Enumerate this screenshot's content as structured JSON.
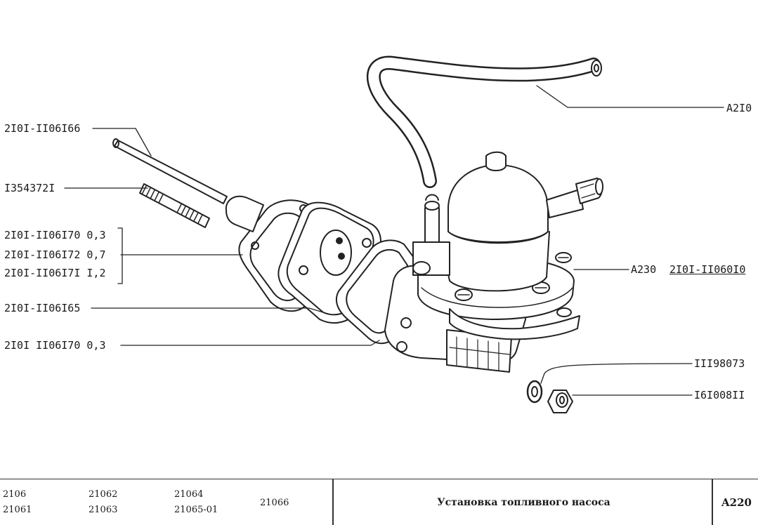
{
  "callouts": {
    "hose": "A2I0",
    "rod": "2I0I-II06I66",
    "stud": "I354372I",
    "gasket_a": "2I0I-II06I70 0,3",
    "gasket_b": "2I0I-II06I72 0,7",
    "gasket_c": "2I0I-II06I7I I,2",
    "spacer": "2I0I-II06I65",
    "gasket_d": "2I0I II06I70 0,3",
    "pump_code": "A230",
    "pump_part": "2I0I-II060I0",
    "washer": "III98073",
    "nut": "I6I008II"
  },
  "footer": {
    "models": [
      "2106",
      "21061",
      "21062",
      "21063",
      "21064",
      "21065-01",
      "21066"
    ],
    "title": "Установка топливного насоса",
    "code": "A220"
  }
}
